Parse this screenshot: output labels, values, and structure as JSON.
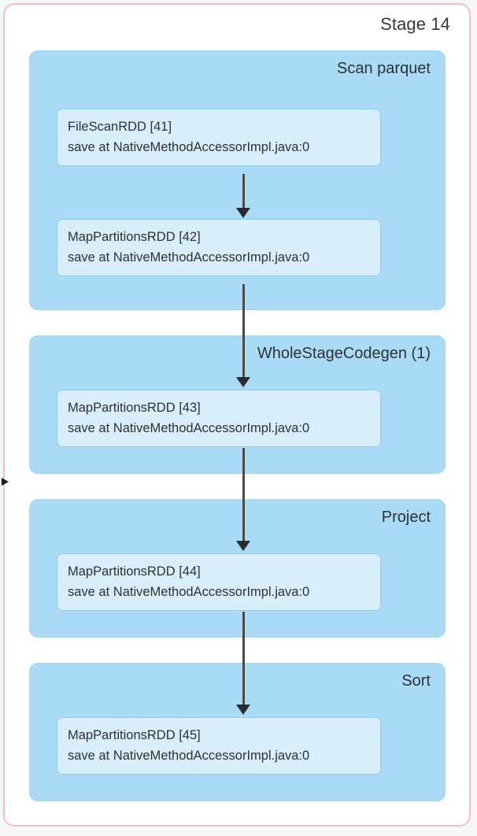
{
  "panel": {
    "title": "Stage 14",
    "border_color": "#eec0cb",
    "background_color": "#ffffff"
  },
  "page": {
    "background_color": "#f7f7f7"
  },
  "colors": {
    "scope_fill": "#a9daf6",
    "scope_border": "#a3d6f2",
    "node_fill": "#d8effb",
    "node_border": "#8ecdf0",
    "arrow": "#4a4a4a",
    "text": "#2d3034"
  },
  "dag": {
    "scopes": [
      {
        "label": "Scan parquet",
        "nodes": [
          {
            "name": "FileScanRDD [41]",
            "callsite": "save at NativeMethodAccessorImpl.java:0"
          },
          {
            "name": "MapPartitionsRDD [42]",
            "callsite": "save at NativeMethodAccessorImpl.java:0"
          }
        ]
      },
      {
        "label": "WholeStageCodegen (1)",
        "nodes": [
          {
            "name": "MapPartitionsRDD [43]",
            "callsite": "save at NativeMethodAccessorImpl.java:0"
          }
        ]
      },
      {
        "label": "Project",
        "nodes": [
          {
            "name": "MapPartitionsRDD [44]",
            "callsite": "save at NativeMethodAccessorImpl.java:0"
          }
        ]
      },
      {
        "label": "Sort",
        "nodes": [
          {
            "name": "MapPartitionsRDD [45]",
            "callsite": "save at NativeMethodAccessorImpl.java:0"
          }
        ]
      }
    ]
  }
}
